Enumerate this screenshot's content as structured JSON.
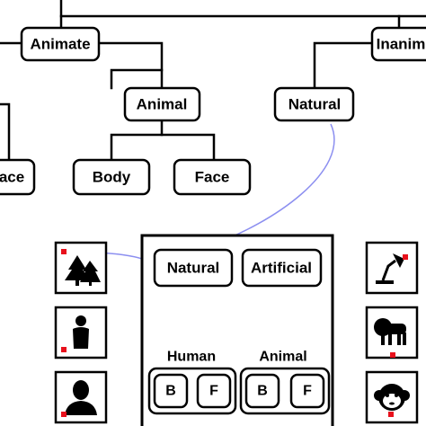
{
  "tree": {
    "animate": "Animate",
    "inanimate": "Inanim",
    "animal": "Animal",
    "natural": "Natural",
    "face_left": "ace",
    "body": "Body",
    "face": "Face"
  },
  "panel": {
    "natural": "Natural",
    "artificial": "Artificial",
    "human_label": "Human",
    "animal_label": "Animal",
    "b1": "B",
    "f1": "F",
    "b2": "B",
    "f2": "F"
  },
  "colors": {
    "arrow": "#8c8ff0",
    "marker": "#e8101c"
  },
  "icons": {
    "left": [
      "trees-icon",
      "person-silhouette-icon",
      "head-bust-icon"
    ],
    "right": [
      "desk-lamp-icon",
      "lion-icon",
      "monkey-face-icon"
    ]
  }
}
